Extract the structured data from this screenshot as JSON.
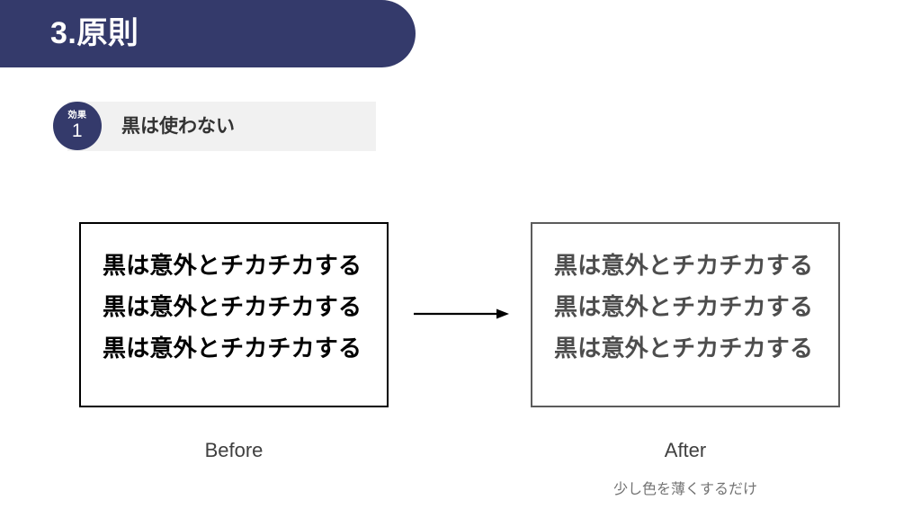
{
  "slide": {
    "background_color": "#ffffff",
    "accent_color": "#343a6b",
    "band_color": "#f1f1f1"
  },
  "header": {
    "title": "3.原則"
  },
  "effect": {
    "badge_kicker": "効果",
    "badge_number": "1",
    "label": "黒は使わない"
  },
  "comparison": {
    "before": {
      "caption": "Before",
      "text_color": "#000000",
      "border_color": "#000000",
      "lines": [
        "黒は意外とチカチカする",
        "黒は意外とチカチカする",
        "黒は意外とチカチカする"
      ]
    },
    "after": {
      "caption": "After",
      "subcaption": "少し色を薄くするだけ",
      "text_color": "#4d4d4d",
      "border_color": "#5c5c5c",
      "lines": [
        "黒は意外とチカチカする",
        "黒は意外とチカチカする",
        "黒は意外とチカチカする"
      ]
    },
    "arrow_icon": "arrow-right-icon"
  }
}
